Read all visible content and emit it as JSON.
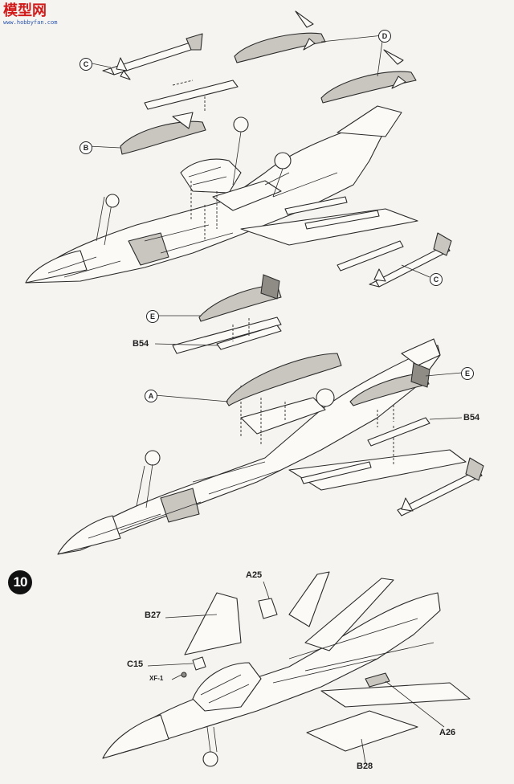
{
  "watermark": {
    "brand": "模型网",
    "site": "www.hobbyfan.com"
  },
  "step": {
    "number": "10"
  },
  "parts": {
    "c_top": "C",
    "d_top": "D",
    "b_top": "B",
    "c_bottom": "C",
    "e_left": "E",
    "b54_left": "B54",
    "a_mid": "A",
    "e_right": "E",
    "b54_right": "B54",
    "a25": "A25",
    "b27": "B27",
    "c15": "C15",
    "xf1": "XF-1",
    "a26": "A26",
    "b28": "B28"
  }
}
